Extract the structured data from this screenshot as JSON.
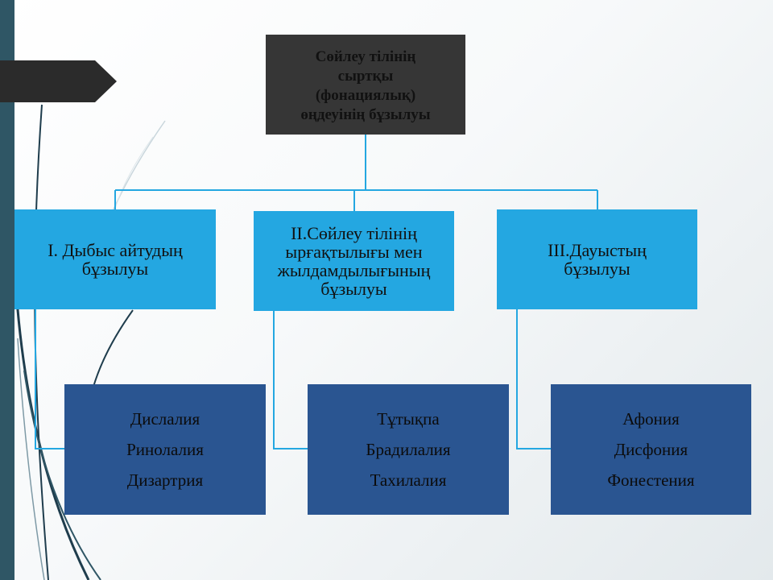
{
  "colors": {
    "root_box": "#363636",
    "category_box": "#24a7e1",
    "leaf_box": "#2a5591",
    "connector": "#24a7e1",
    "left_bar": "#2f5665"
  },
  "root": {
    "lines": [
      "Сөйлеу тілінің",
      "сыртқы",
      "(фонациялық)",
      "өңдеуінің бұзылуы"
    ]
  },
  "categories": [
    {
      "lines": [
        "I. Дыбыс айтудың",
        "бұзылуы"
      ],
      "items": [
        "Дислалия",
        "Ринолалия",
        "Дизартрия"
      ]
    },
    {
      "lines": [
        "II.Сөйлеу тілінің",
        "ырғақтылығы мен",
        "жылдамдылығының",
        "бұзылуы"
      ],
      "items": [
        "Тұтықпа",
        "Брадилалия",
        "Тахилалия"
      ]
    },
    {
      "lines": [
        "III.Дауыстың",
        "бұзылуы"
      ],
      "items": [
        "Афония",
        "Дисфония",
        "Фонестения"
      ]
    }
  ]
}
